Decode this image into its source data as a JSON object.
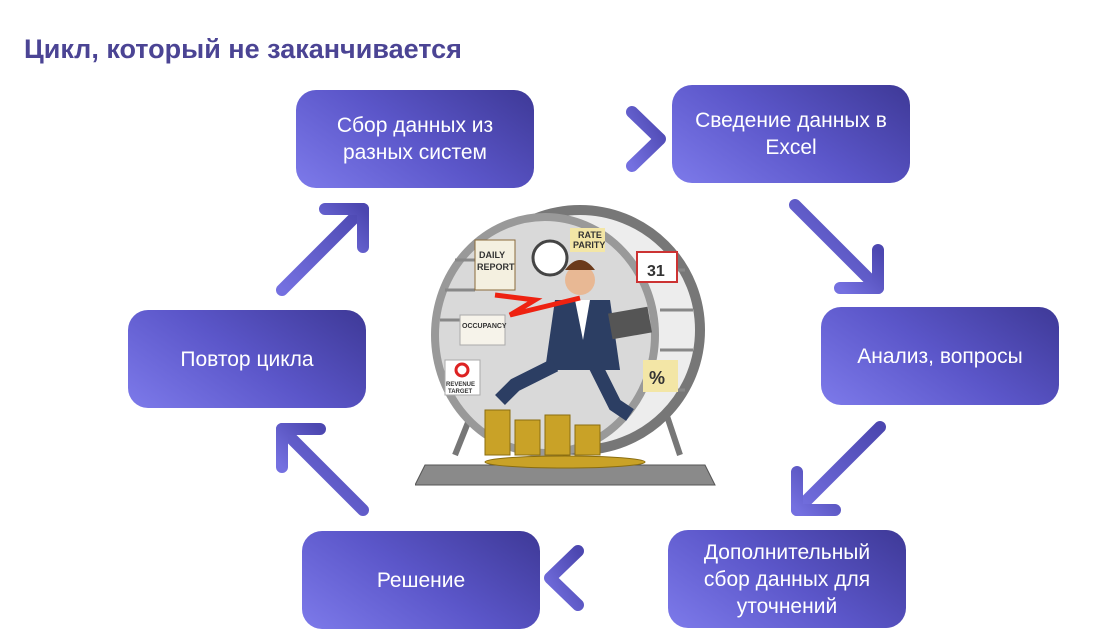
{
  "title": "Цикл, который не заканчивается",
  "steps": [
    {
      "label": "Сбор данных из разных систем"
    },
    {
      "label": "Сведение данных в Excel"
    },
    {
      "label": "Анализ, вопросы"
    },
    {
      "label": "Дополнительный сбор данных для уточнений"
    },
    {
      "label": "Решение"
    },
    {
      "label": "Повтор цикла"
    }
  ],
  "illustration": {
    "labels": [
      "DAILY REPORT",
      "RATE PARITY",
      "31",
      "OCCUPANCY",
      "REVENUE TARGET",
      "%"
    ]
  },
  "colors": {
    "accent": "#5a55c8",
    "title": "#4b4494"
  }
}
